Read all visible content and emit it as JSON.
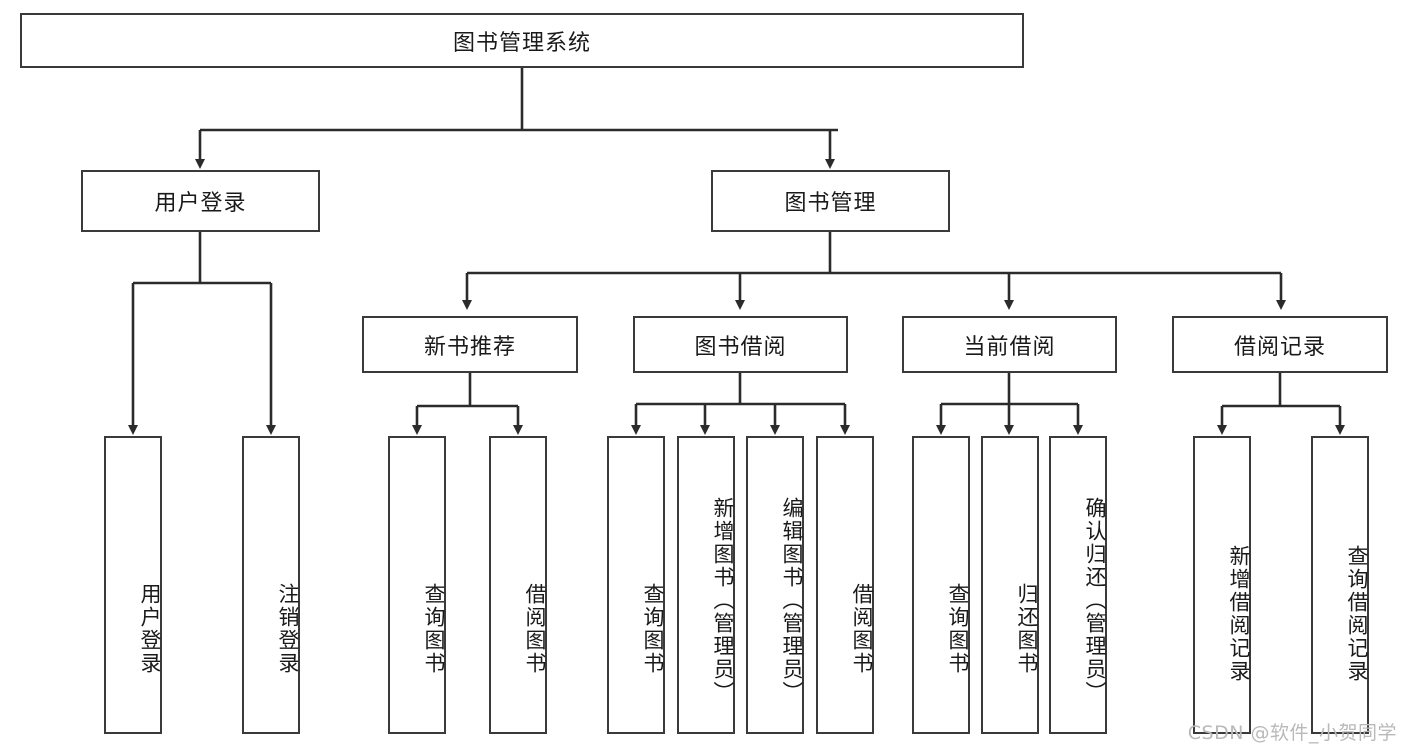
{
  "diagram": {
    "type": "tree",
    "title": "图书管理系统",
    "root": {
      "id": "root",
      "label": "图书管理系统",
      "orientation": "horizontal"
    },
    "level1": [
      {
        "id": "user-login",
        "label": "用户登录",
        "orientation": "horizontal"
      },
      {
        "id": "book-manage",
        "label": "图书管理",
        "orientation": "horizontal"
      }
    ],
    "level2": [
      {
        "id": "new-book-recommend",
        "label": "新书推荐",
        "orientation": "horizontal",
        "parent": "book-manage"
      },
      {
        "id": "book-borrow",
        "label": "图书借阅",
        "orientation": "horizontal",
        "parent": "book-manage"
      },
      {
        "id": "current-borrow",
        "label": "当前借阅",
        "orientation": "horizontal",
        "parent": "book-manage"
      },
      {
        "id": "borrow-record",
        "label": "借阅记录",
        "orientation": "horizontal",
        "parent": "book-manage"
      }
    ],
    "leaves": [
      {
        "id": "leaf-user-login",
        "label": "用户登录",
        "parent": "user-login",
        "orientation": "vertical"
      },
      {
        "id": "leaf-user-logout",
        "label": "注销登录",
        "parent": "user-login",
        "orientation": "vertical"
      },
      {
        "id": "leaf-query-book-1",
        "label": "查询图书",
        "parent": "new-book-recommend",
        "orientation": "vertical"
      },
      {
        "id": "leaf-borrow-book-1",
        "label": "借阅图书",
        "parent": "new-book-recommend",
        "orientation": "vertical"
      },
      {
        "id": "leaf-query-book-2",
        "label": "查询图书",
        "parent": "book-borrow",
        "orientation": "vertical"
      },
      {
        "id": "leaf-add-book",
        "label": "新增图书（管理员）",
        "parent": "book-borrow",
        "orientation": "vertical"
      },
      {
        "id": "leaf-edit-book",
        "label": "编辑图书（管理员）",
        "parent": "book-borrow",
        "orientation": "vertical"
      },
      {
        "id": "leaf-borrow-book-2",
        "label": "借阅图书",
        "parent": "book-borrow",
        "orientation": "vertical"
      },
      {
        "id": "leaf-query-book-3",
        "label": "查询图书",
        "parent": "current-borrow",
        "orientation": "vertical"
      },
      {
        "id": "leaf-return-book",
        "label": "归还图书",
        "parent": "current-borrow",
        "orientation": "vertical"
      },
      {
        "id": "leaf-confirm-return",
        "label": "确认归还（管理员）",
        "parent": "current-borrow",
        "orientation": "vertical"
      },
      {
        "id": "leaf-add-record",
        "label": "新增借阅记录",
        "parent": "borrow-record",
        "orientation": "vertical"
      },
      {
        "id": "leaf-query-record",
        "label": "查询借阅记录",
        "parent": "borrow-record",
        "orientation": "vertical"
      }
    ],
    "colors": {
      "box_border": "#3a3a3a",
      "box_fill": "#ffffff",
      "connector": "#2b2b2b",
      "text": "#1a1a1a",
      "watermark": "#b9b9b9"
    }
  },
  "watermark": {
    "text": "CSDN @软件_小贺同学"
  }
}
